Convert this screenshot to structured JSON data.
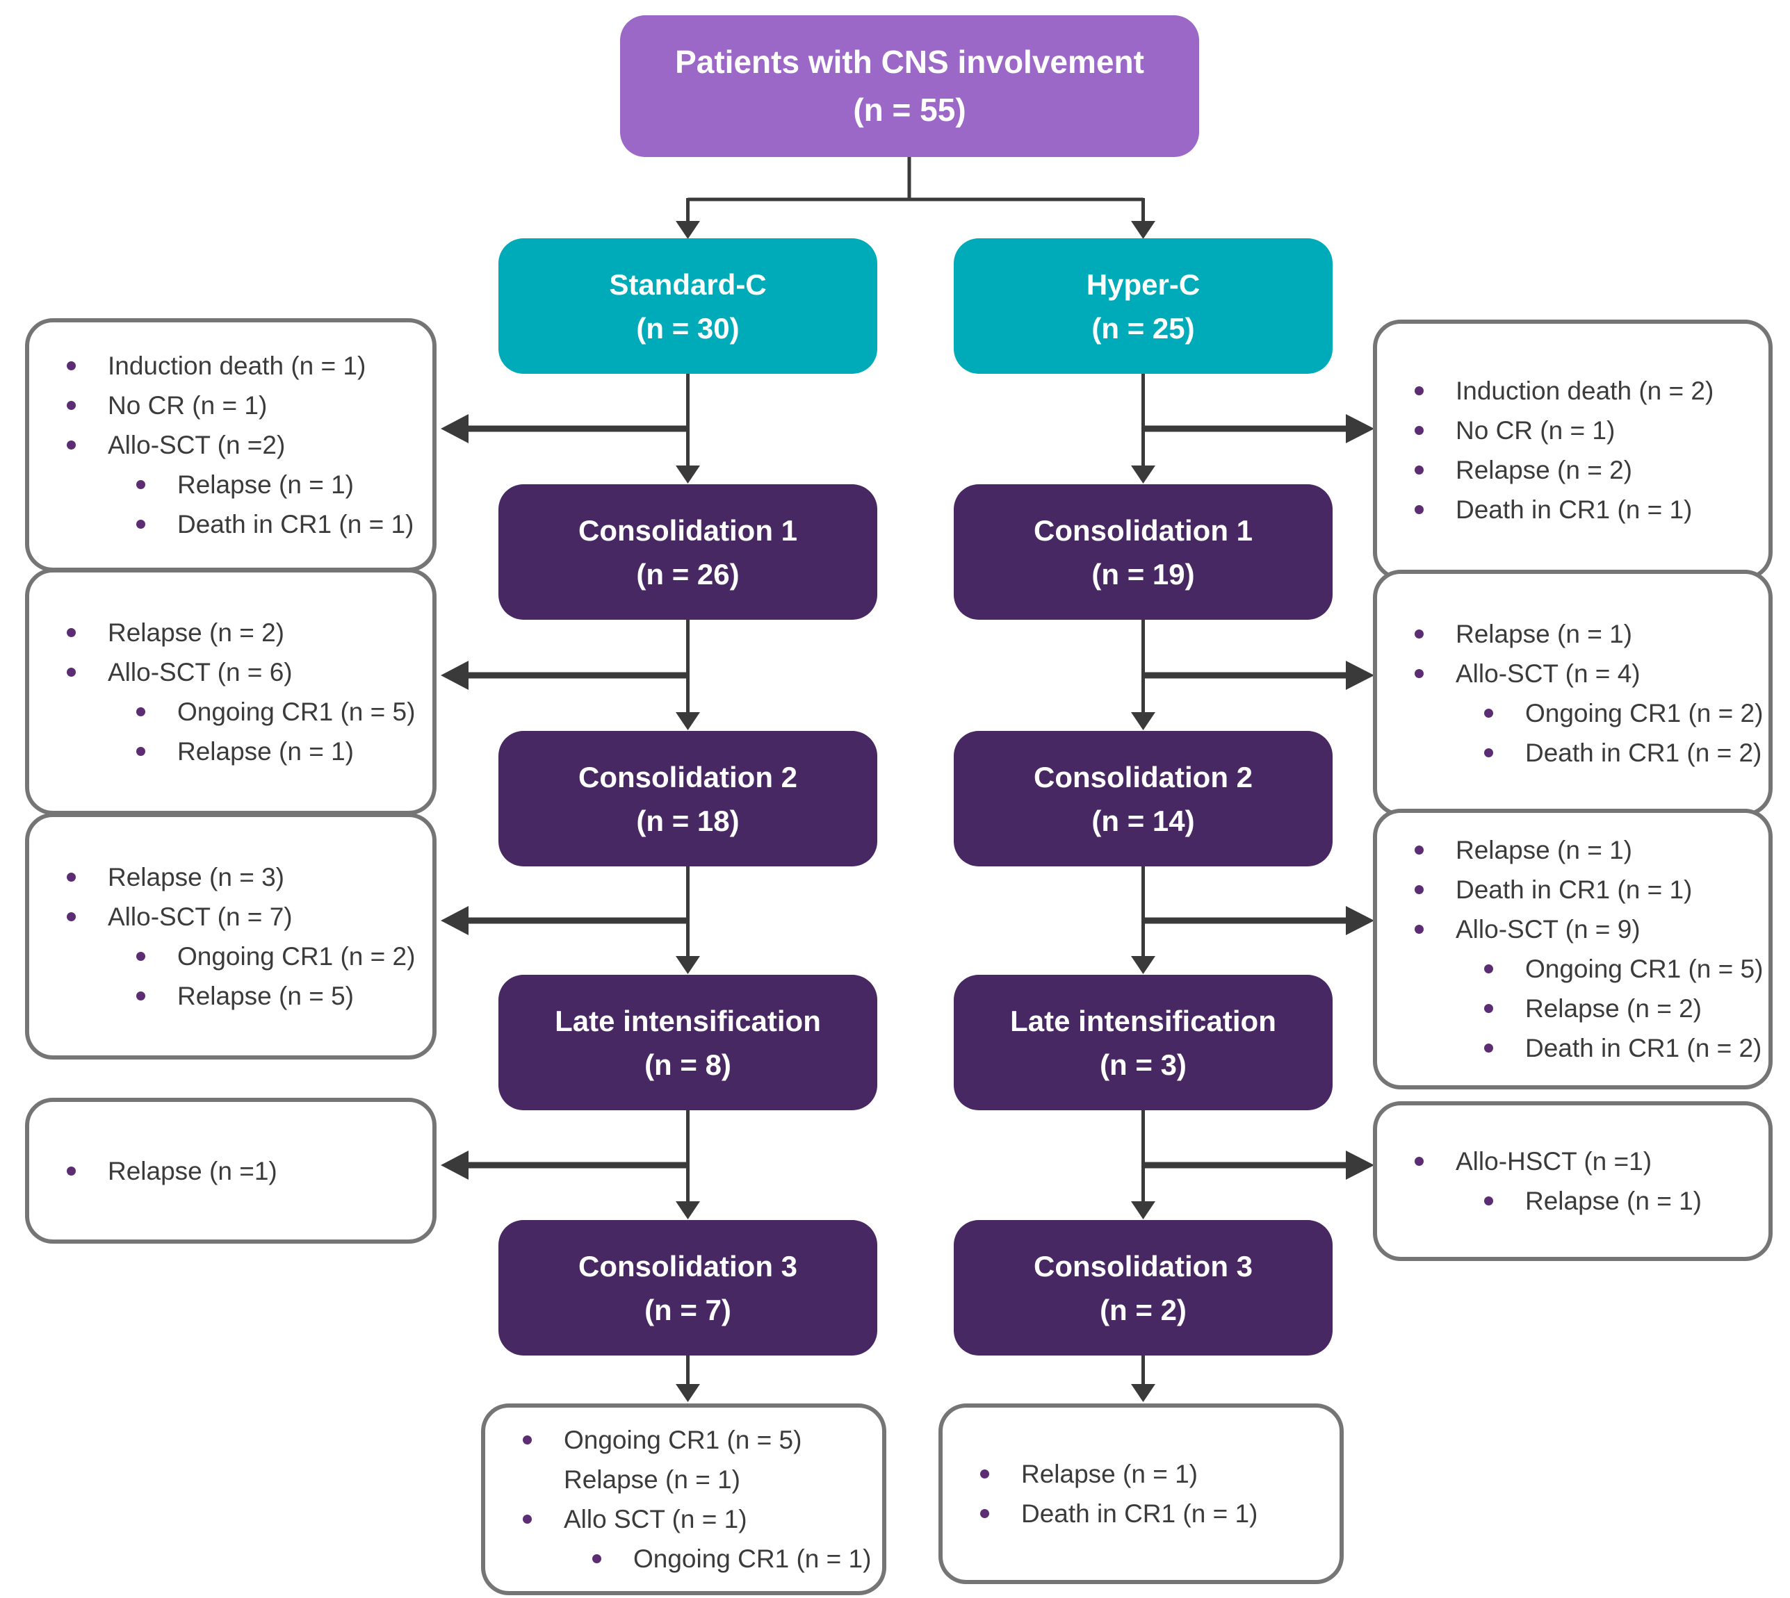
{
  "root": {
    "title": "Patients with CNS involvement",
    "count": "(n = 55)"
  },
  "columns": [
    {
      "arm": {
        "title": "Standard-C",
        "count": "(n = 30)"
      },
      "stages": [
        {
          "title": "Consolidation 1",
          "count": "(n = 26)"
        },
        {
          "title": "Consolidation 2",
          "count": "(n = 18)"
        },
        {
          "title": "Late intensification",
          "count": "(n = 8)"
        },
        {
          "title": "Consolidation 3",
          "count": "(n = 7)"
        }
      ]
    },
    {
      "arm": {
        "title": "Hyper-C",
        "count": "(n = 25)"
      },
      "stages": [
        {
          "title": "Consolidation 1",
          "count": "(n = 19)"
        },
        {
          "title": "Consolidation 2",
          "count": "(n = 14)"
        },
        {
          "title": "Late intensification",
          "count": "(n = 3)"
        },
        {
          "title": "Consolidation 3",
          "count": "(n = 2)"
        }
      ]
    }
  ],
  "side_left": [
    {
      "items": [
        {
          "level": 1,
          "text": "Induction death (n = 1)"
        },
        {
          "level": 1,
          "text": "No CR (n = 1)"
        },
        {
          "level": 1,
          "text": "Allo-SCT (n =2)"
        },
        {
          "level": 2,
          "text": "Relapse (n = 1)"
        },
        {
          "level": 2,
          "text": "Death in CR1 (n = 1)"
        }
      ]
    },
    {
      "items": [
        {
          "level": 1,
          "text": "Relapse (n = 2)"
        },
        {
          "level": 1,
          "text": "Allo-SCT (n = 6)"
        },
        {
          "level": 2,
          "text": "Ongoing CR1 (n = 5)"
        },
        {
          "level": 2,
          "text": "Relapse (n = 1)"
        }
      ]
    },
    {
      "items": [
        {
          "level": 1,
          "text": "Relapse (n = 3)"
        },
        {
          "level": 1,
          "text": "Allo-SCT (n = 7)"
        },
        {
          "level": 2,
          "text": "Ongoing CR1 (n = 2)"
        },
        {
          "level": 2,
          "text": "Relapse (n = 5)"
        }
      ]
    },
    {
      "items": [
        {
          "level": 1,
          "text": "Relapse (n =1)"
        }
      ]
    }
  ],
  "side_right": [
    {
      "items": [
        {
          "level": 1,
          "text": "Induction death (n = 2)"
        },
        {
          "level": 1,
          "text": "No CR (n = 1)"
        },
        {
          "level": 1,
          "text": "Relapse (n = 2)"
        },
        {
          "level": 1,
          "text": "Death in CR1 (n = 1)"
        }
      ]
    },
    {
      "items": [
        {
          "level": 1,
          "text": "Relapse (n = 1)"
        },
        {
          "level": 1,
          "text": "Allo-SCT (n = 4)"
        },
        {
          "level": 2,
          "text": "Ongoing CR1 (n = 2)"
        },
        {
          "level": 2,
          "text": "Death in CR1 (n = 2)"
        }
      ]
    },
    {
      "items": [
        {
          "level": 1,
          "text": "Relapse (n = 1)"
        },
        {
          "level": 1,
          "text": "Death in CR1 (n = 1)"
        },
        {
          "level": 1,
          "text": "Allo-SCT (n = 9)"
        },
        {
          "level": 2,
          "text": "Ongoing CR1 (n = 5)"
        },
        {
          "level": 2,
          "text": "Relapse (n = 2)"
        },
        {
          "level": 2,
          "text": "Death in CR1 (n = 2)"
        }
      ]
    },
    {
      "items": [
        {
          "level": 1,
          "text": "Allo-HSCT (n =1)"
        },
        {
          "level": 2,
          "text": "Relapse (n = 1)"
        }
      ]
    }
  ],
  "outcome_left": {
    "items": [
      {
        "level": 1,
        "text": "Ongoing CR1 (n = 5)"
      },
      {
        "level": 1,
        "bullet": false,
        "text": "Relapse (n = 1)"
      },
      {
        "level": 1,
        "text": "Allo SCT (n = 1)"
      },
      {
        "level": 2,
        "text": "Ongoing CR1 (n = 1)"
      }
    ]
  },
  "outcome_right": {
    "items": [
      {
        "level": 1,
        "text": "Relapse (n = 1)"
      },
      {
        "level": 1,
        "text": "Death in CR1 (n = 1)"
      }
    ]
  },
  "icons": {
    "bullet": "round-dot",
    "arrow": "solid-triangle-arrowhead"
  },
  "colors": {
    "root_box": "#9b68c7",
    "arm_box": "#00abb9",
    "stage_box": "#482863",
    "side_box_border": "#757575",
    "bullet": "#5c2d73",
    "text_dark": "#3b3b3b",
    "arrow": "#3a3a3a",
    "box_text": "#ffffff"
  }
}
